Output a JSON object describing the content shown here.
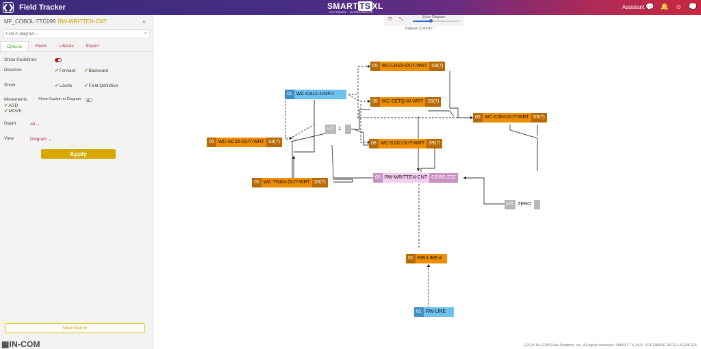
{
  "header": {
    "logo_glyph": "❮❯",
    "title": "Field Tracker",
    "brand": {
      "pre": "SMART",
      "ts": "TS",
      "post": "XL",
      "tagline": "SOFTWARE · INTELLIGENCE"
    },
    "assistant_label": "Assistant",
    "icons": [
      "chat-icon",
      "bell-icon",
      "smiley-icon",
      "messages-icon"
    ]
  },
  "sidebar": {
    "program": "MF_COBOL-TTC095",
    "field": "RW-WRITTEN-CNT",
    "collapse_glyph": "«",
    "find_placeholder": "Find in diagram...",
    "tabs": [
      "Options",
      "Fields",
      "Literals",
      "Export"
    ],
    "active_tab": "Options",
    "show_redefines_label": "Show Redefines",
    "direction_label": "Direction",
    "direction_forward": "Forward",
    "direction_backward": "Backward",
    "show_label": "Show",
    "show_levels": "Levels",
    "show_field_definition": "Field Definition",
    "movements_label": "Movements",
    "show_caption_label": "Show Caption in Diagram",
    "movement_add": "ADD",
    "movement_move": "MOVE",
    "depth_label": "Depth",
    "depth_value": "All",
    "view_label": "View",
    "view_value": "Diagram",
    "apply_label": "Apply",
    "new_search_label": "New Search",
    "company_logo": "IN-COM"
  },
  "controls": {
    "zoom_label": "Zoom Diagram",
    "caption": "Diagram Controls",
    "zoom_level": 0.38
  },
  "nodes": [
    {
      "id": "lhv3",
      "kind": "orange",
      "level": "05",
      "name": "WC-LHV3-OUT-WRT",
      "pic": "S9(7)"
    },
    {
      "id": "calc",
      "kind": "blue",
      "level": "01",
      "name": "WC-CALC-UGFU",
      "pic": ""
    },
    {
      "id": "setq",
      "kind": "orange",
      "level": "05",
      "name": "WC-SETQ-IN-WRT",
      "pic": "S9(7)"
    },
    {
      "id": "cir4",
      "kind": "orange",
      "level": "05",
      "name": "WC-CIR4-OUT-WRT",
      "pic": "S9(7)"
    },
    {
      "id": "lit1",
      "kind": "lit",
      "level": "LIT",
      "name": "1",
      "pic": ""
    },
    {
      "id": "acs5",
      "kind": "orange",
      "level": "05",
      "name": "WC-ACS5-OUT-WRT",
      "pic": "S9(7)"
    },
    {
      "id": "sjj2",
      "kind": "orange",
      "level": "06",
      "name": "WC-SJJ2-OUT-WRT",
      "pic": "S9(7)"
    },
    {
      "id": "written",
      "kind": "pink",
      "level": "05",
      "name": "RW-WRITTEN-CNT",
      "pic": "CGBG,ZZZ"
    },
    {
      "id": "tran",
      "kind": "orange",
      "level": "05",
      "name": "WC-TRAN-OUT-WRT",
      "pic": "S9(7)"
    },
    {
      "id": "zero",
      "kind": "lit",
      "level": "LIT",
      "name": "ZERO",
      "pic": ""
    },
    {
      "id": "line4",
      "kind": "orange",
      "level": "01",
      "name": "RW-LINE-4",
      "pic": ""
    },
    {
      "id": "line",
      "kind": "blue",
      "level": "01",
      "name": "RW-LINE",
      "pic": ""
    }
  ],
  "footer": "©2024 IN-COM Data Systems, Inc. All rights reserved. SMART TS XL®, SOFTWARE INTELLIGENCE®"
}
